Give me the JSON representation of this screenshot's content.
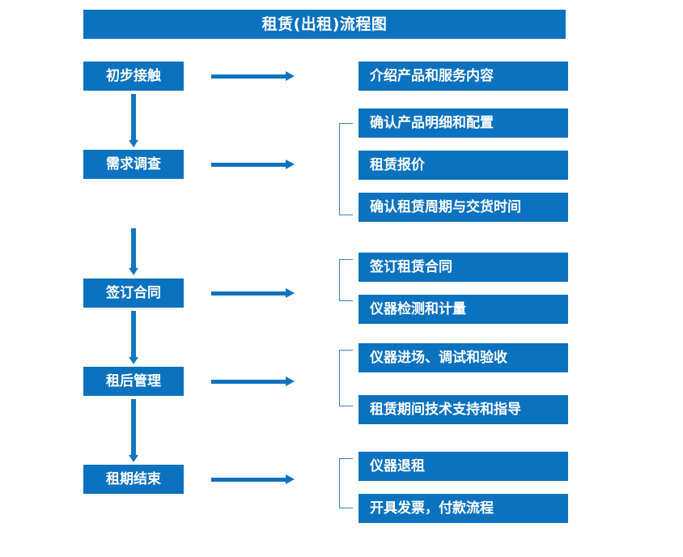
{
  "document": {
    "title": "租赁(出租)流程图",
    "accent_color": "#0B72BF",
    "arrow_color": "#1375BE",
    "bracket_color": "#3D7FC1",
    "text_color": "#FFFFFF",
    "background_color": "#FFFFFF"
  },
  "chart_data": {
    "type": "diagram",
    "title": "租赁(出租)流程图",
    "stages": [
      {
        "label": "初步接触",
        "details": [
          "介绍产品和服务内容"
        ],
        "bracketed": false
      },
      {
        "label": "需求调查",
        "details": [
          "确认产品明细和配置",
          "租赁报价",
          "确认租赁周期与交货时间"
        ],
        "bracketed": true
      },
      {
        "label": "签订合同",
        "details": [
          "签订租赁合同",
          "仪器检测和计量"
        ],
        "bracketed": true
      },
      {
        "label": "租后管理",
        "details": [
          "仪器进场、调试和验收",
          "租赁期间技术支持和指导"
        ],
        "bracketed": true
      },
      {
        "label": "租期结束",
        "details": [
          "仪器退租",
          "开具发票，付款流程"
        ],
        "bracketed": true
      }
    ]
  },
  "stages": {
    "s0": {
      "label": "初步接触"
    },
    "s1": {
      "label": "需求调查"
    },
    "s2": {
      "label": "签订合同"
    },
    "s3": {
      "label": "租后管理"
    },
    "s4": {
      "label": "租期结束"
    }
  },
  "details": {
    "d0": {
      "label": "介绍产品和服务内容"
    },
    "d1": {
      "label": "确认产品明细和配置"
    },
    "d2": {
      "label": "租赁报价"
    },
    "d3": {
      "label": "确认租赁周期与交货时间"
    },
    "d4": {
      "label": "签订租赁合同"
    },
    "d5": {
      "label": "仪器检测和计量"
    },
    "d6": {
      "label": "仪器进场、调试和验收"
    },
    "d7": {
      "label": "租赁期间技术支持和指导"
    },
    "d8": {
      "label": "仪器退租"
    },
    "d9": {
      "label": "开具发票，付款流程"
    }
  }
}
